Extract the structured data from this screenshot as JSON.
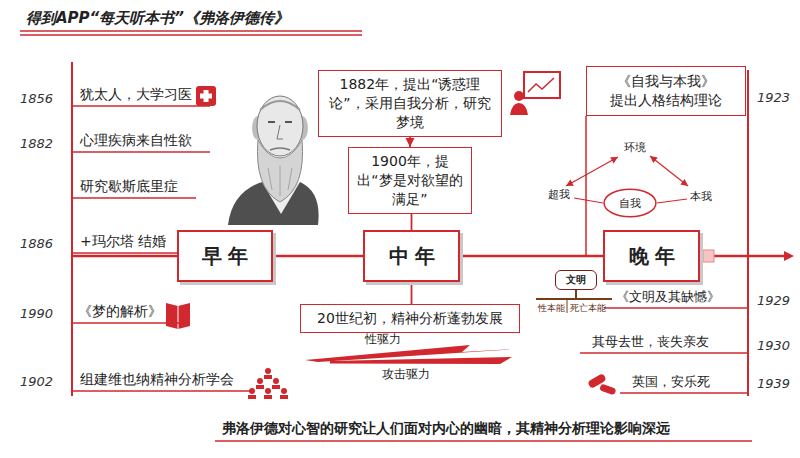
{
  "diagram": {
    "title": "得到APP“每天听本书”《弗洛伊德传》",
    "caption": "弗洛伊德对心智的研究让人们面对内心的幽暗，其精神分析理论影响深远",
    "nodes": [
      {
        "text": [
          "1882年，提出“诱惑理论”，采用自我分析，研究梦境"
        ]
      },
      {
        "text": [
          "1900年，提出“梦是对欲望的满足”"
        ]
      },
      {
        "text": [
          "《自我与本我》",
          "提出人格结构理论"
        ]
      },
      {
        "text": [
          "自我"
        ]
      },
      {
        "text": [
          "早年"
        ]
      },
      {
        "text": [
          "中年"
        ]
      },
      {
        "text": [
          "晚年"
        ]
      },
      {
        "text": [
          "文明"
        ]
      },
      {
        "text": [
          "20世纪初，精神分析蓬勃发展"
        ]
      }
    ],
    "edges": [
      {
        "from": 0,
        "to": 1,
        "arrow": "to"
      },
      {
        "from": 1,
        "to": 5,
        "arrow": "none"
      },
      {
        "from": 4,
        "to": 5,
        "arrow": "none"
      },
      {
        "from": 5,
        "to": 6,
        "arrow": "none"
      },
      {
        "from": 5,
        "to": 8,
        "arrow": "none"
      }
    ],
    "labels": [
      "1856",
      "犹太人，大学习医",
      "1882",
      "心理疾病来自性欲",
      "研究歇斯底里症",
      "1886",
      "+玛尔塔 结婚",
      "1990",
      "《梦的解析》",
      "1902",
      "组建维也纳精神分析学会",
      "1923",
      "环境",
      "超我",
      "本我",
      "性本能",
      "死亡本能",
      "1929",
      "《文明及其缺憾》",
      "1930",
      "其母去世，丧失亲友",
      "1939",
      "英国，安乐死",
      "性驱力",
      "攻击驱力"
    ]
  }
}
